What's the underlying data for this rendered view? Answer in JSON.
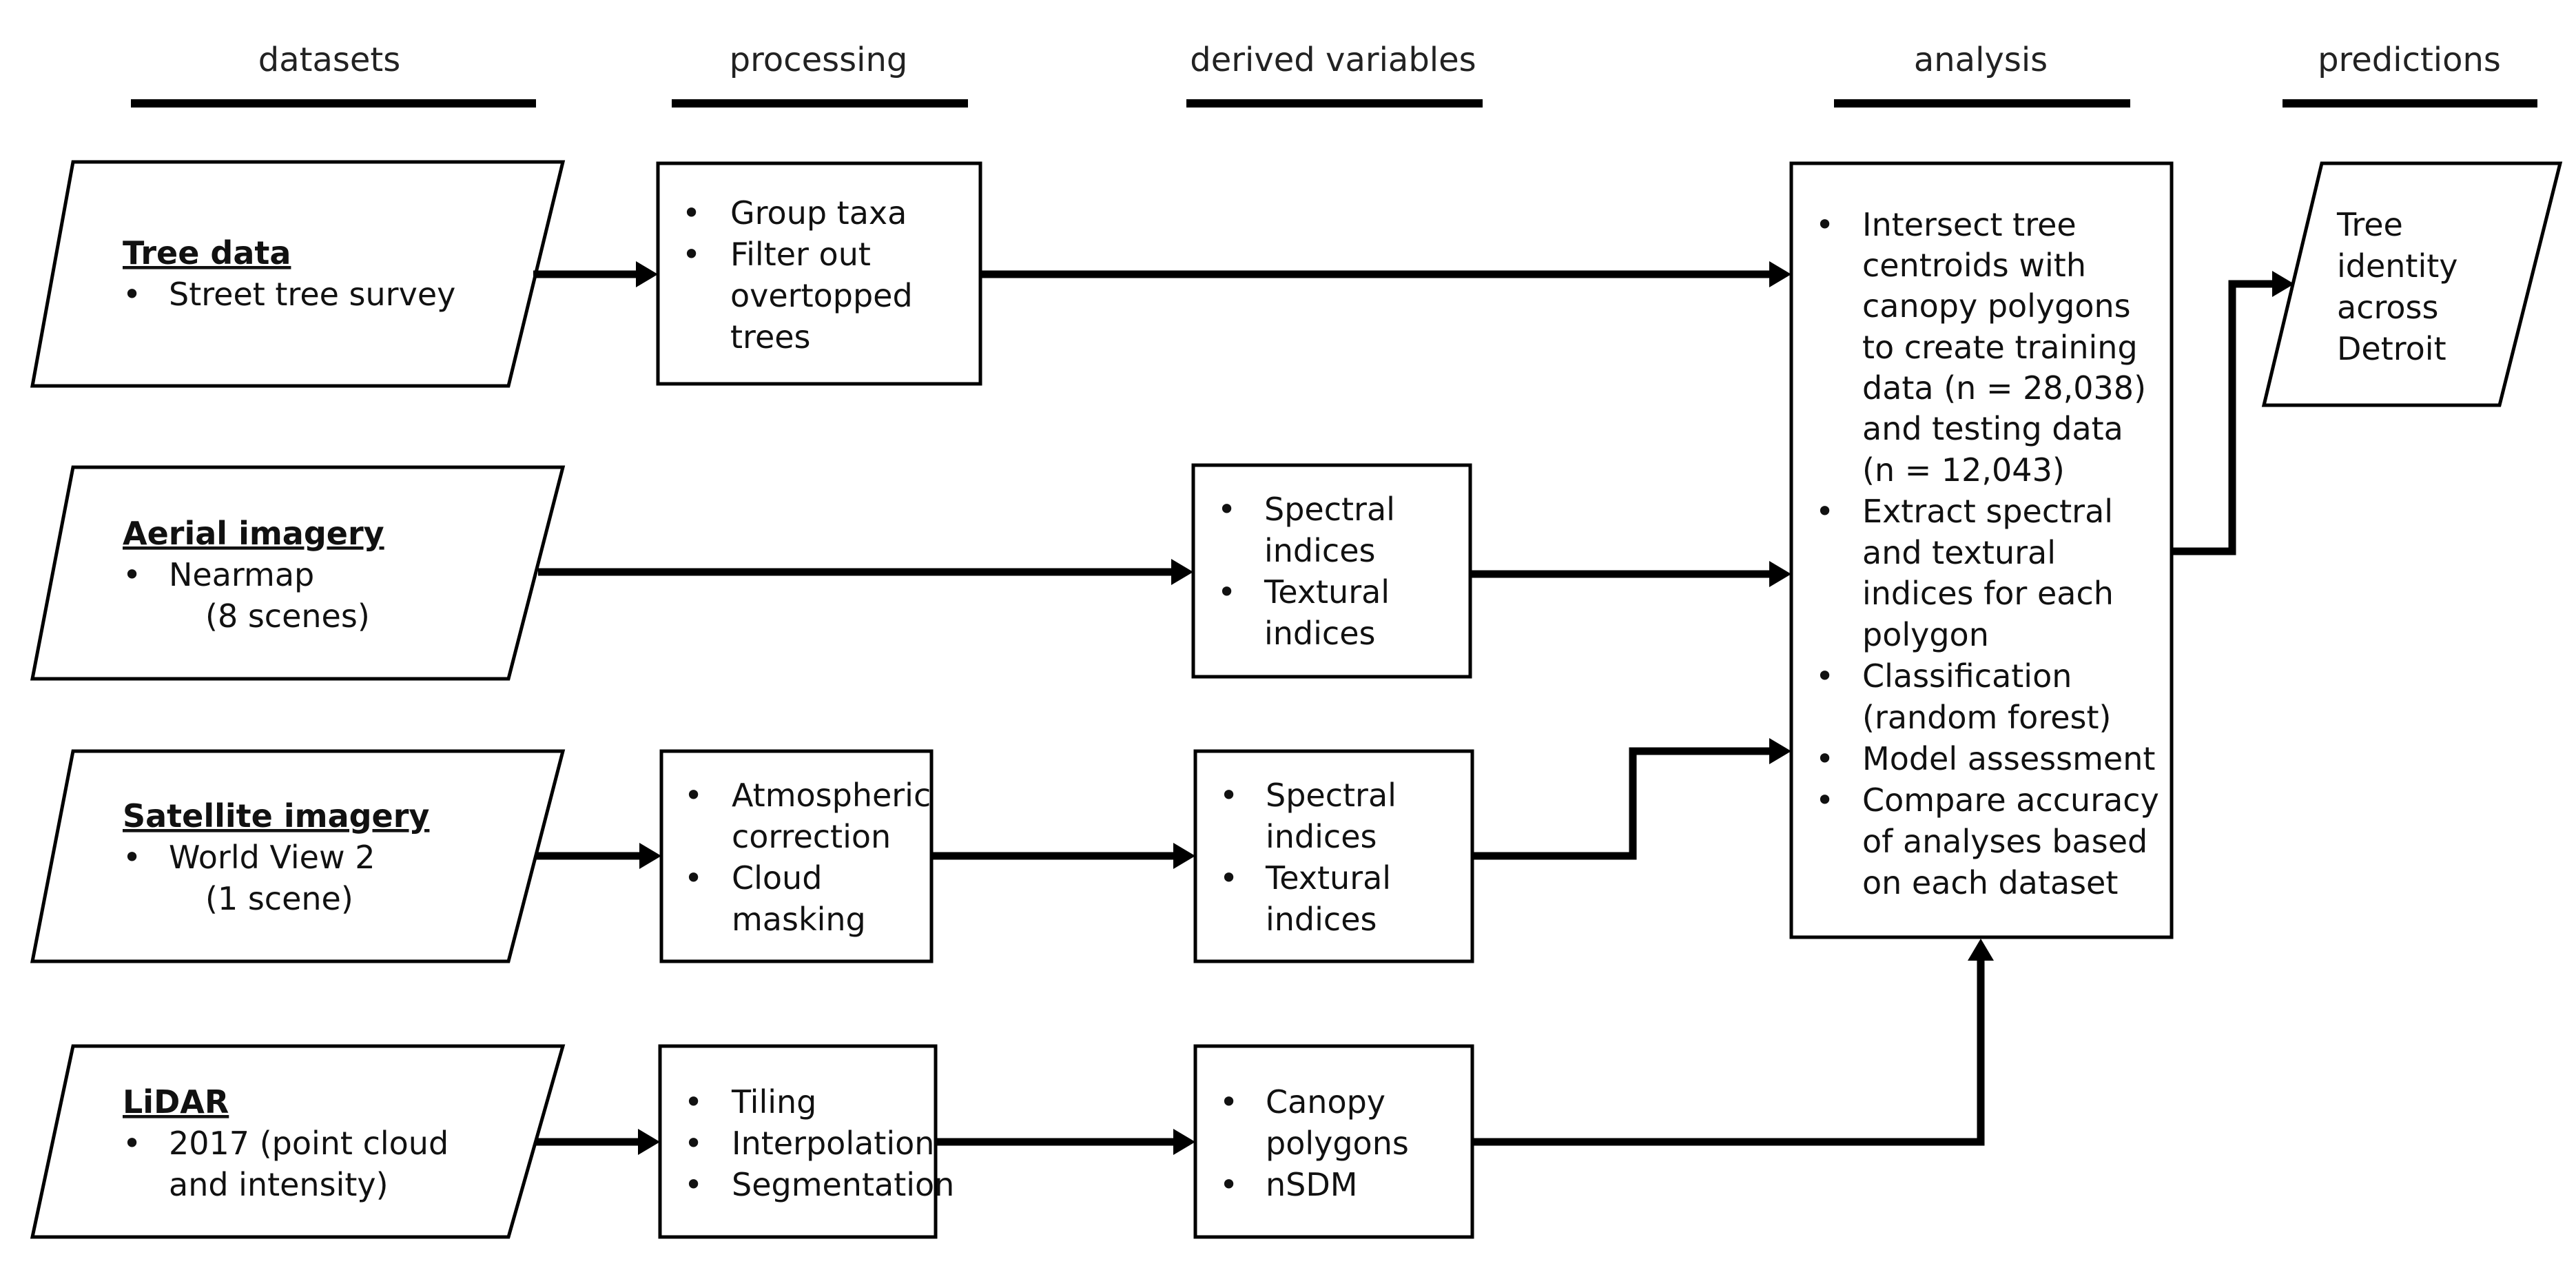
{
  "headers": {
    "datasets": "datasets",
    "processing": "processing",
    "derived": "derived variables",
    "analysis": "analysis",
    "predictions": "predictions"
  },
  "datasets": {
    "tree": {
      "title": "Tree data",
      "line1": "Street tree survey"
    },
    "aerial": {
      "title": "Aerial imagery",
      "line1": "Nearmap",
      "line2": "(8 scenes)"
    },
    "satellite": {
      "title": "Satellite imagery",
      "line1": "World View 2",
      "line2": "(1 scene)"
    },
    "lidar": {
      "title": "LiDAR",
      "line1": "2017 (point cloud",
      "line2": "and intensity)"
    }
  },
  "processing": {
    "tree": {
      "b1": "Group taxa",
      "b2a": "Filter out",
      "b2b": "overtopped",
      "b2c": "trees"
    },
    "satellite": {
      "b1a": "Atmospheric",
      "b1b": "correction",
      "b2a": "Cloud",
      "b2b": "masking"
    },
    "lidar": {
      "b1": "Tiling",
      "b2": "Interpolation",
      "b3": "Segmentation"
    }
  },
  "derived": {
    "aerial": {
      "b1a": "Spectral",
      "b1b": "indices",
      "b2a": "Textural",
      "b2b": "indices"
    },
    "satellite": {
      "b1a": "Spectral",
      "b1b": "indices",
      "b2a": "Textural",
      "b2b": "indices"
    },
    "lidar": {
      "b1a": "Canopy",
      "b1b": "polygons",
      "b2": "nSDM"
    }
  },
  "analysis": {
    "lines": [
      "Intersect tree",
      "centroids with",
      "canopy polygons",
      "to create training",
      "data  (n = 28,038)",
      "and testing data",
      "(n = 12,043)",
      "Extract spectral",
      "and textural",
      "indices for each",
      "polygon",
      "Classification",
      "(random forest)",
      "Model assessment",
      "Compare accuracy",
      "of analyses based",
      "on each dataset"
    ]
  },
  "predictions": {
    "l1": "Tree",
    "l2": "identity",
    "l3": "across",
    "l4": "Detroit"
  }
}
